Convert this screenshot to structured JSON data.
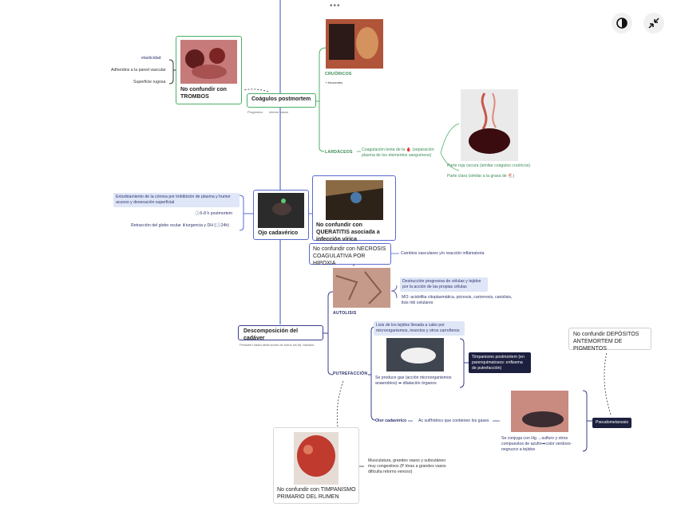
{
  "toolbar": {
    "more_label": "•••",
    "contrast_icon": "contrast-icon",
    "collapse_icon": "collapse-icon"
  },
  "colors": {
    "green": "#4caf66",
    "navy": "#3a3f8f",
    "blue": "#5a6bd0",
    "dark": "#1c1f3e",
    "highlight": "#dfe6f7"
  },
  "nodes": {
    "trombos": {
      "title": "No confundir con TROMBOS",
      "side": [
        "elasticidad",
        "Adheridos a la pared vascular",
        "Superficie rugosa"
      ]
    },
    "coagulos": {
      "title": "Coágulos postmortem",
      "sub1": "Progresivo",
      "sub2": "Interior vasos"
    },
    "cruoricos": {
      "label": "CRUÓRICOS",
      "sub": "+ frecuentes"
    },
    "lardaceos": {
      "label": "LARDÁCEOS",
      "desc": "Coagulación lenta de la 🩸 (separación plasma de los elementos sanguíneos)",
      "p1": "Parte roja oscura (similar coágulos cruóricos)",
      "p2": "Parte clara (similar a la grasa de 🐔)"
    },
    "ojo": {
      "title": "Ojo cadavérico",
      "side1": "Enturbiamiento de la córnea por imbibición de plasma y humor acuoso y desecación superficial",
      "side2": "🕒6-8 h postmortem",
      "side3": "Retracción del globo ocular ⬇turgencia y DH (🕒24h)"
    },
    "queratitis": {
      "title": "No confundir con QUERATITIS asociada a infección vírica"
    },
    "necrosis": {
      "title": "No confundir con NECROSIS COAGULATIVA POR HIPOXIA",
      "side": "Cambios vasculares y/o reacción inflamatoria"
    },
    "autolisis": {
      "label": "AUTOLISIS",
      "d1": "Destrucción progresiva de células y tejidos por la acción de las propias células",
      "d2": "MO: acidofilia citoplasmática, picnosis, cariorrexis, cariolisis, lisis mb celulares"
    },
    "descomp": {
      "title": "Descomposición del cadáver",
      "sub": "Persisten hasta destrucción de todos los tej. blandos"
    },
    "putrefaccion": {
      "label": "PUTREFACCIÓN",
      "d1": "Lisis de los tejidos llevada a cabo por microorganismos, insectos y otros carroñeros",
      "d2": "Se produce gas (acción microorganismos anaerobios) ➡ dilatación órganos",
      "timp": "Timpanismo postmortem (en parenquimatosos: enfisema de putrefacción)"
    },
    "olor": {
      "label": "Olor cadavérico",
      "desc": "Ac sulfhídrico que contienen los gases"
    },
    "pseudo": {
      "label": "Pseudomelanosis",
      "desc": "Se conjuga con Hg →sulfuro y otros compuestos de azufre➡color verdoso-negruzco a tejidos"
    },
    "depositos": {
      "title": "No confundir DEPÓSITOS ANTEMORTEM DE PIGMENTOS"
    },
    "timpanismo": {
      "title": "No confundir con TIMPANISMO PRIMARIO DEL RUMEN",
      "side": "Musculatura, grandes vasos y subcutáneo muy congestivos (P tórax a grandes vasos dificulta retorno venoso)"
    }
  }
}
